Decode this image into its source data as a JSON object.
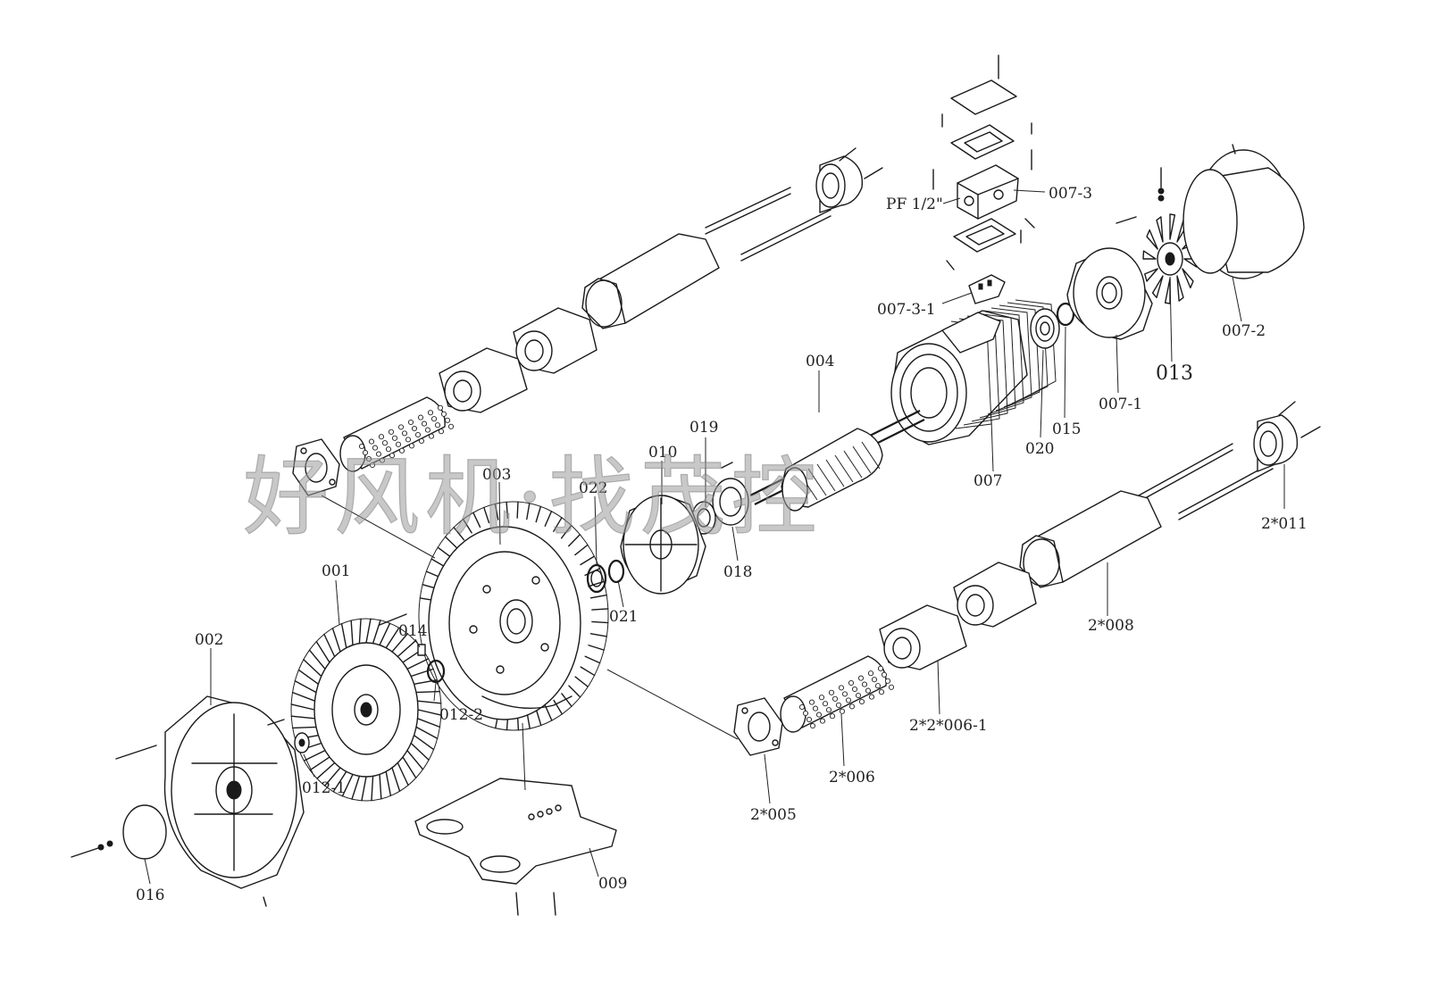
{
  "watermark": "好风机·找茂控",
  "labels": {
    "p001": "001",
    "p002": "002",
    "p003": "003",
    "p004": "004",
    "p007": "007",
    "p007_1": "007-1",
    "p007_2": "007-2",
    "p007_3": "007-3",
    "p007_3_1": "007-3-1",
    "pf": "PF 1/2\"",
    "p009": "009",
    "p010": "010",
    "p012_1": "012-1",
    "p012_2": "012-2",
    "p013": "013",
    "p014": "014",
    "p015": "015",
    "p016": "016",
    "p018": "018",
    "p019": "019",
    "p020": "020",
    "p021": "021",
    "p022": "022",
    "p2_005": "2*005",
    "p2_006": "2*006",
    "p2_2_006_1": "2*2*006-1",
    "p2_008": "2*008",
    "p2_011": "2*011"
  }
}
